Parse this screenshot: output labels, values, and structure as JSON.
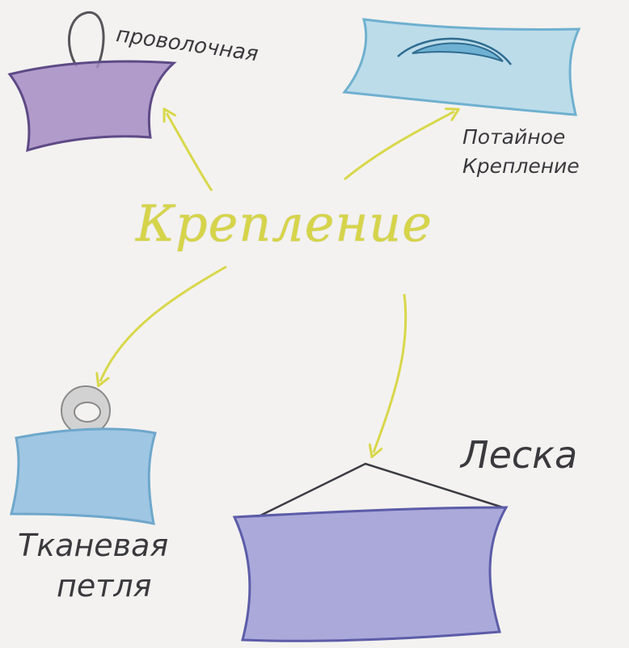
{
  "diagram": {
    "center": "Крепление",
    "nodes": [
      {
        "id": "wire",
        "label": "проволочная"
      },
      {
        "id": "hidden",
        "label_lines": [
          "Потайное",
          "Крепление"
        ]
      },
      {
        "id": "fabric",
        "label_lines": [
          "Тканевая",
          "петля"
        ]
      },
      {
        "id": "fishing",
        "label": "Леска"
      }
    ]
  },
  "colors": {
    "paper": "#f3f2f0",
    "arrow": "#d9d74a",
    "purple": "#a58cc4",
    "light_blue": "#bcdcea",
    "blue": "#9fc6e2",
    "indigo": "#9c9cd6",
    "grey_ring": "#c8c8c8",
    "pencil": "#3a3a3e"
  }
}
